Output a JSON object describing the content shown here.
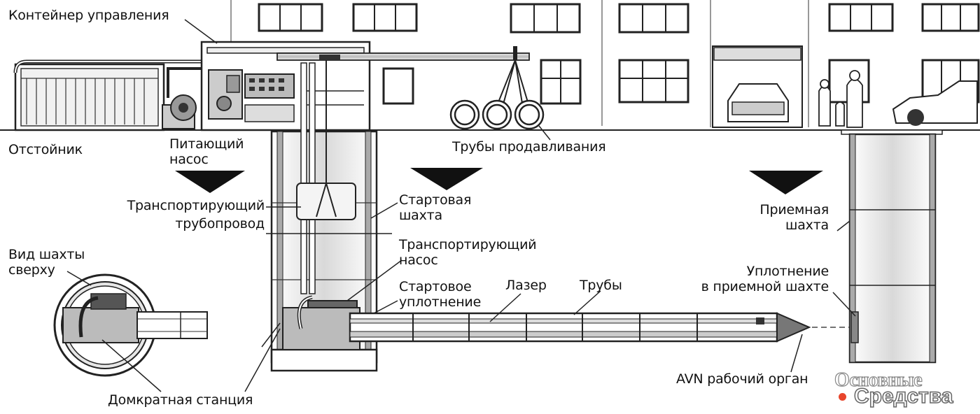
{
  "labels": {
    "control_container": "Контейнер управления",
    "settling_tank": "Отстойник",
    "feed_pump_line1": "Питающий",
    "feed_pump_line2": "насос",
    "jacking_pipes": "Трубы продавливания",
    "transport_pipeline_line1": "Транспортирующий",
    "transport_pipeline_line2": "трубопровод",
    "start_shaft_line1": "Стартовая",
    "start_shaft_line2": "шахта",
    "receiving_shaft_line1": "Приемная",
    "receiving_shaft_line2": "шахта",
    "top_view_line1": "Вид шахты",
    "top_view_line2": "сверху",
    "transport_pump_line1": "Транспортирующий",
    "transport_pump_line2": "насос",
    "start_seal_line1": "Стартовое",
    "start_seal_line2": "уплотнение",
    "laser": "Лазер",
    "pipes": "Трубы",
    "receiving_seal_line1": "Уплотнение",
    "receiving_seal_line2": "в приемной шахте",
    "jack_station": "Домкратная станция",
    "avn_head": "AVN рабочий орган"
  },
  "logo": {
    "line1": "Основные",
    "line2": "Средства",
    "dot_color": "#e8452c"
  }
}
